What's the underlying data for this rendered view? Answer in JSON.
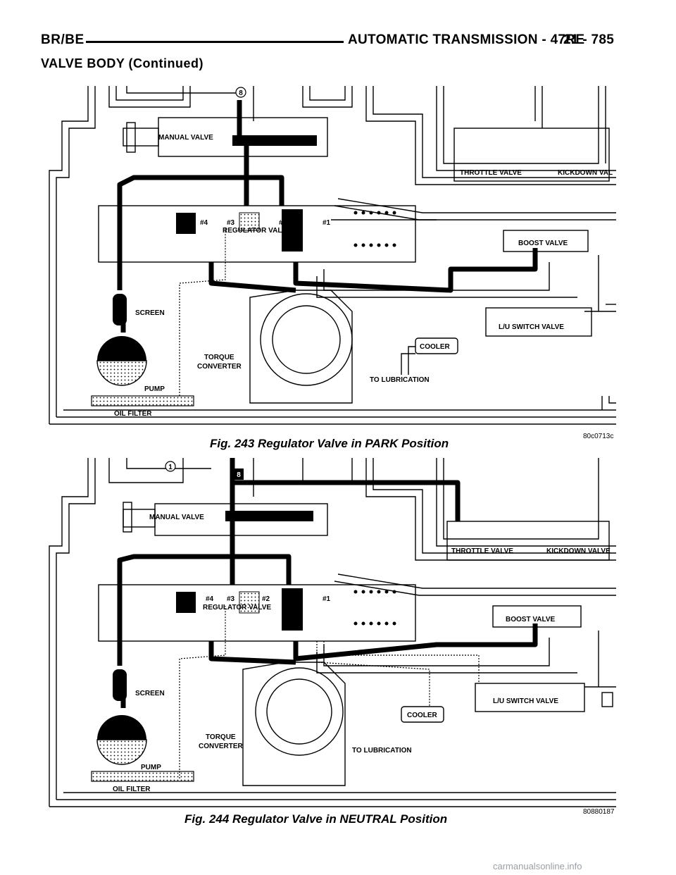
{
  "header": {
    "left": "BR/BE",
    "title": "AUTOMATIC TRANSMISSION - 47RE",
    "page": "21 - 785"
  },
  "section_title": "VALVE BODY (Continued)",
  "figure1": {
    "caption": "Fig. 243 Regulator Valve in PARK Position",
    "code": "80c0713c",
    "labels": {
      "manual_valve": "MANUAL VALVE",
      "throttle_valve": "THROTTLE VALVE",
      "kickdown_valve": "KICKDOWN VAL",
      "boost_valve": "BOOST VALVE",
      "regulator_valve": "REGULATOR VALVE",
      "land4": "#4",
      "land3": "#3",
      "land2": "#2",
      "land1": "#1",
      "screen": "SCREEN",
      "torque": "TORQUE",
      "converter": "CONVERTER",
      "lu_switch": "L/U SWITCH VALVE",
      "cooler": "COOLER",
      "lubrication": "TO LUBRICATION",
      "pump": "PUMP",
      "oil_filter": "OIL FILTER",
      "circle8": "8"
    }
  },
  "figure2": {
    "caption": "Fig. 244 Regulator Valve in NEUTRAL Position",
    "code": "80880187",
    "labels": {
      "manual_valve": "MANUAL VALVE",
      "throttle_valve": "THROTTLE VALVE",
      "kickdown_valve": "KICKDOWN VALVE",
      "boost_valve": "BOOST VALVE",
      "regulator_valve": "REGULATOR VALVE",
      "land4": "#4",
      "land3": "#3",
      "land2": "#2",
      "land1": "#1",
      "screen": "SCREEN",
      "torque": "TORQUE",
      "converter": "CONVERTER",
      "lu_switch": "L/U SWITCH VALVE",
      "cooler": "COOLER",
      "lubrication": "TO LUBRICATION",
      "pump": "PUMP",
      "oil_filter": "OIL FILTER",
      "circle1": "1",
      "box8": "8"
    }
  },
  "watermark": "carmanualsonline.info"
}
